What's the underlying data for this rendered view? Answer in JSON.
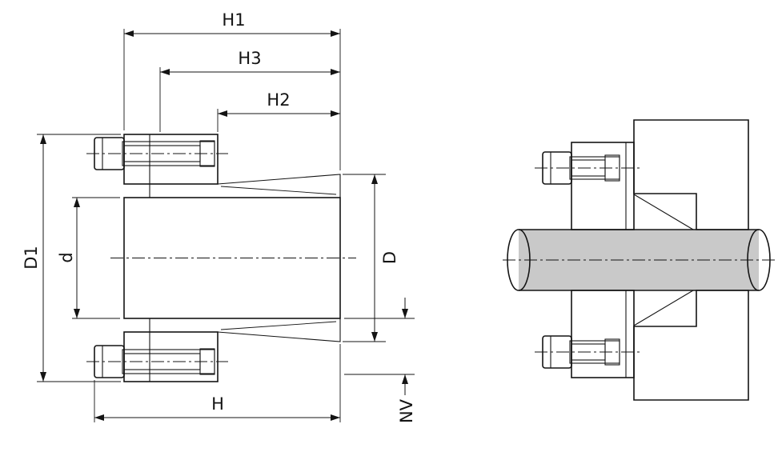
{
  "labels": {
    "h1": "H1",
    "h3": "H3",
    "h2": "H2",
    "d1": "D1",
    "d_bore": "d",
    "d_outer": "D",
    "h": "H",
    "nv": "NV"
  },
  "colors": {
    "line": "#141414",
    "shaft_fill": "#c9c9c9",
    "screw_head_fill": "#e4e4e4",
    "background": "#ffffff"
  }
}
